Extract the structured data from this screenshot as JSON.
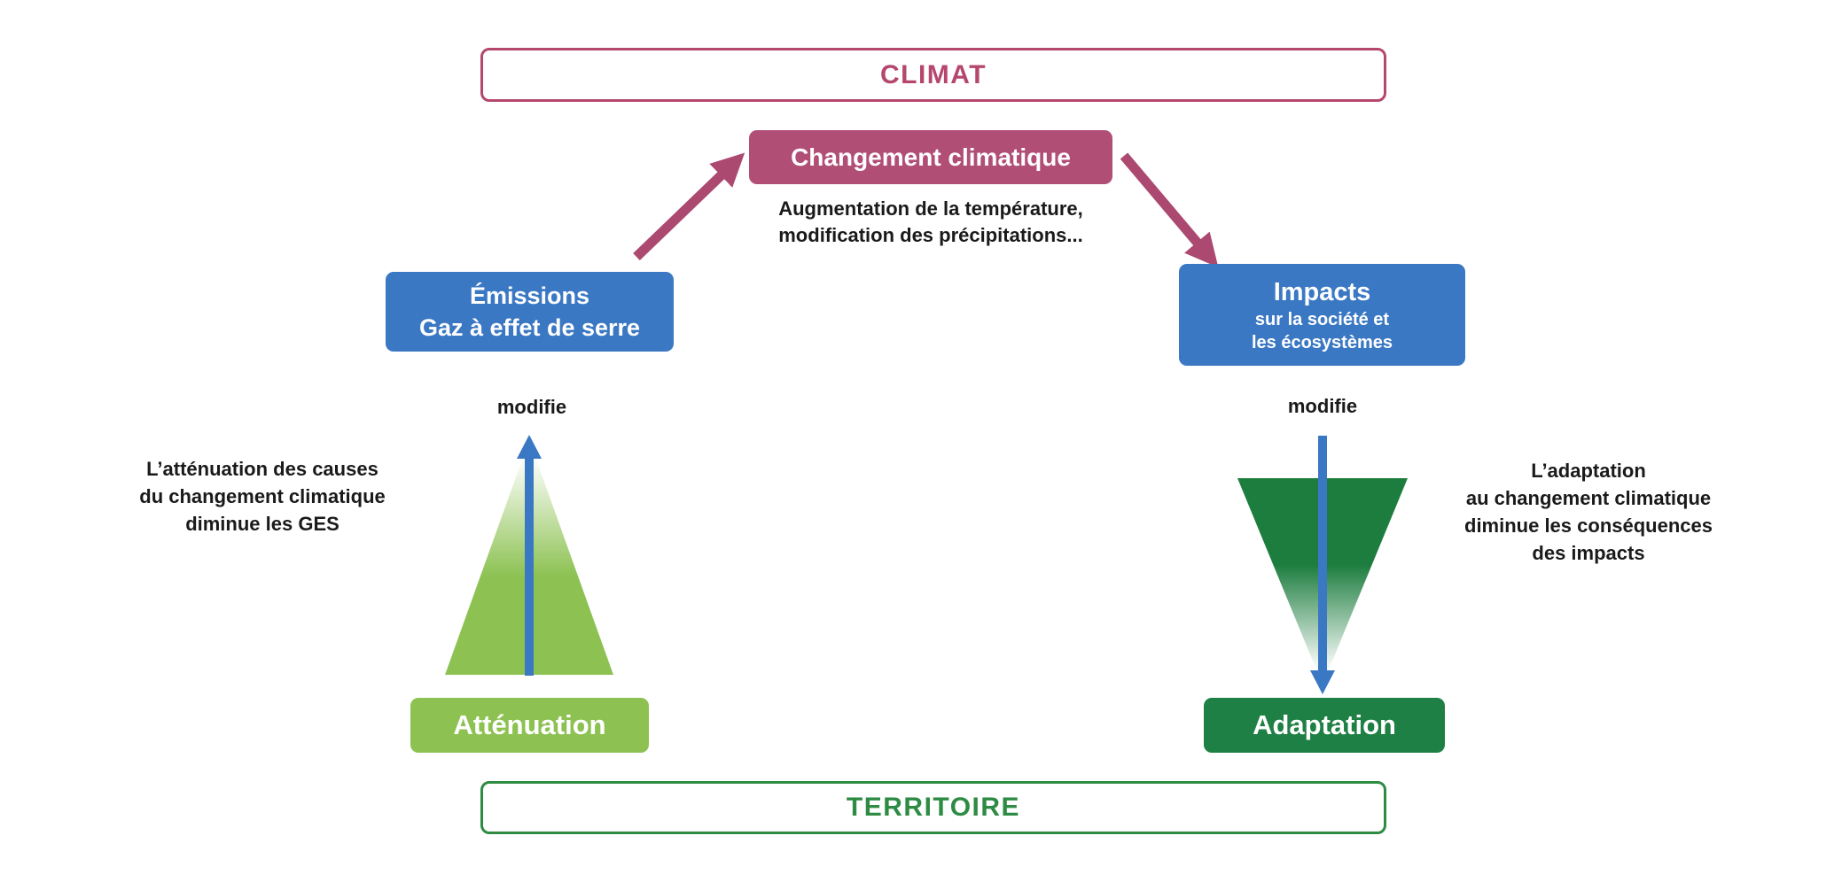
{
  "diagram": {
    "top_banner": {
      "label": "CLIMAT"
    },
    "bottom_banner": {
      "label": "TERRITOIRE"
    },
    "climate_change_box": {
      "label": "Changement climatique"
    },
    "climate_change_caption": {
      "line1": "Augmentation de la température,",
      "line2": "modification des précipitations..."
    },
    "emissions_box": {
      "line1": "Émissions",
      "line2": "Gaz à effet de serre"
    },
    "emissions_modifier_label": "modifie",
    "impacts_box": {
      "title": "Impacts",
      "subtitle_line1": "sur la société et",
      "subtitle_line2": "les écosystèmes"
    },
    "impacts_modifier_label": "modifie",
    "attenuation_box": {
      "label": "Atténuation"
    },
    "attenuation_caption": {
      "line1": "L’atténuation des causes",
      "line2": "du changement climatique",
      "line3": "diminue les GES"
    },
    "adaptation_box": {
      "label": "Adaptation"
    },
    "adaptation_caption": {
      "line1": "L’adaptation",
      "line2": "au changement climatique",
      "line3": "diminue les conséquences",
      "line4": "des impacts"
    }
  },
  "colors": {
    "magenta_outline": "#b5476f",
    "magenta_fill": "#b14e76",
    "magenta_arrow": "#ab4971",
    "blue": "#3b78c3",
    "light_green": "#8dc253",
    "dark_green_fill": "#1e8044",
    "dark_green_triangle": "#1d7d3f",
    "territoire_green": "#2e8b44",
    "text_black": "#1a1a1a",
    "background": "#ffffff"
  }
}
